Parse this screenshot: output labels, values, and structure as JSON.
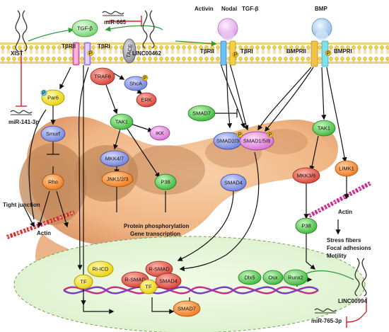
{
  "ligands": {
    "tgfb": "TGF-β",
    "activin": "Activin",
    "nodal": "Nodal",
    "tgfb_top": "TGF-β",
    "bmp": "BMP"
  },
  "receptors": {
    "tbrii_left": "TβRII",
    "tbri_left": "TβRI",
    "tbrii_mid": "TβRII",
    "tbri_mid": "TβRI",
    "bmprii": "BMPRII",
    "bmpri": "BMPRI"
  },
  "ncrna": {
    "xist": "XIST",
    "mir665": "miR-665",
    "linc00462": "LINC00462",
    "mir1413p": "miR-141-3p",
    "linc00994": "LINC00994",
    "mir7653p": "miR-765-3p"
  },
  "nodes": {
    "tace": "TACE",
    "traf6": "TRAF6",
    "shca": "ShcA",
    "erk": "ERK",
    "par6": "Par6",
    "smurf": "Smurf",
    "rho": "Rho",
    "tak1_left": "TAK1",
    "ikk": "IKK",
    "mkk47": "MKK4/7",
    "jnk": "JNK1/2/3",
    "p38_left": "P38",
    "smad7_top": "SMAD7",
    "smad23": "SMAD2/3",
    "smad158": "SMAD1/5/8",
    "smad4_mid": "SMAD4",
    "tak1_right": "TAK1",
    "limk1": "LIMK1",
    "mkk36": "MKK3/6",
    "p38_right": "P38",
    "riicd": "RI-ICD",
    "tf_left": "TF",
    "rsmad_a": "R-SMAD",
    "rsmad_b": "R-SMAD",
    "tf_mid": "TF",
    "smad4_nuc": "SMAD4",
    "smad7_nuc": "SMAD7",
    "dlx5": "Dlx5",
    "osx": "Osx",
    "runx2": "Runx2"
  },
  "phospho_label": "P",
  "notes": {
    "tight_junction": "Tight junction",
    "actin_left": "Actin",
    "protein_phos": "Protein phosphorylation",
    "gene_trans": "Gene transcription",
    "actin_right": "Actin",
    "stress": "Stress fibers",
    "focal": "Focal adhesions",
    "motility": "Motility"
  },
  "colors": {
    "yellow_node": "#f5e21a",
    "blue_node": "#8e9ee6",
    "red_node": "#e2564a",
    "green_node": "#5fce5a",
    "pink_node": "#e58fdd",
    "orange_node": "#f3872a",
    "gray_node": "#9c9ca8",
    "inhibit": "#d8222a",
    "activate_green": "#2e9d3a"
  }
}
